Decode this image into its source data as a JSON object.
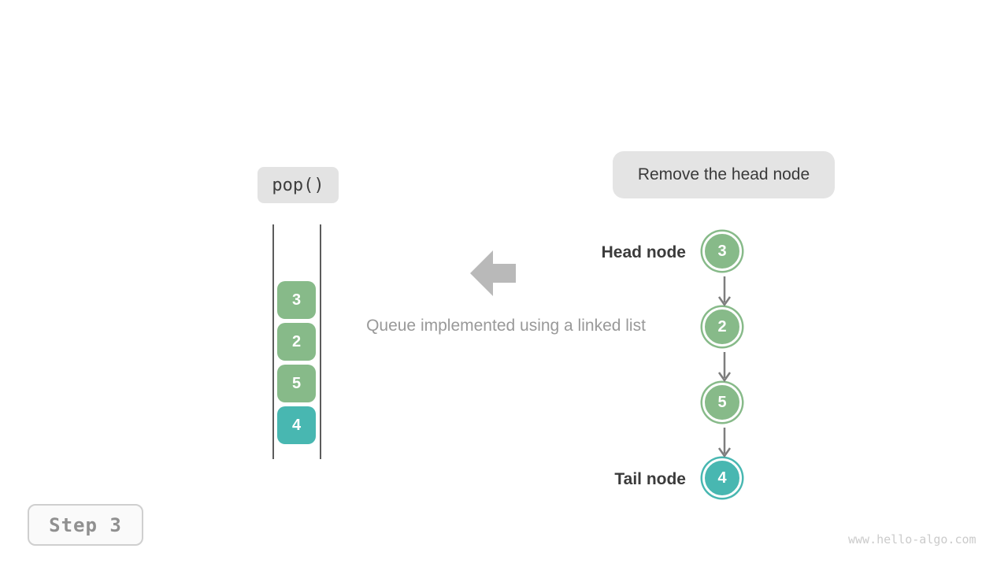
{
  "operation_badge": {
    "label": "pop()"
  },
  "annotation_badge": {
    "label": "Remove the head node"
  },
  "caption": "Queue implemented using a linked list",
  "stack": {
    "items": [
      "3",
      "2",
      "5",
      "4"
    ]
  },
  "linked_list": {
    "head_label": "Head node",
    "tail_label": "Tail node",
    "nodes": [
      "3",
      "2",
      "5",
      "4"
    ]
  },
  "step_badge": {
    "label": "Step 3"
  },
  "watermark": "www.hello-algo.com",
  "colors": {
    "node_green": "#87ba89",
    "node_teal": "#48b7b1",
    "badge_gray": "#e4e4e4",
    "block_arrow_gray": "#b9b9b9",
    "connector_gray": "#7d7d7d",
    "caption_gray": "#999999",
    "label_dark": "#3b3b3b"
  }
}
